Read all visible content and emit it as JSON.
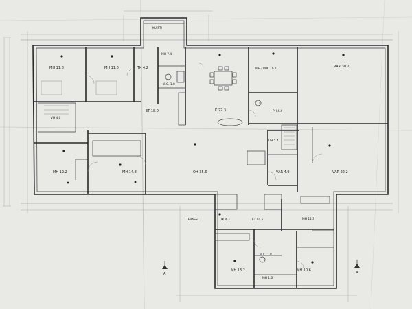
{
  "rooms": [
    {
      "id": "kuisti",
      "label": "KUISTI"
    },
    {
      "id": "mh1",
      "label": "MH 11.8"
    },
    {
      "id": "mh2",
      "label": "MH 11.0"
    },
    {
      "id": "tk1",
      "label": "TK 4.2"
    },
    {
      "id": "mh3",
      "label": "MH 7.4"
    },
    {
      "id": "wc1",
      "label": "W.C. 1.8"
    },
    {
      "id": "mhpuk",
      "label": "MH / PUK 10.2"
    },
    {
      "id": "var1",
      "label": "VAR 30.2"
    },
    {
      "id": "et1",
      "label": "ET 18.0"
    },
    {
      "id": "k",
      "label": "K 22.3"
    },
    {
      "id": "ph",
      "label": "PH 4.4"
    },
    {
      "id": "vh",
      "label": "VH 4.0"
    },
    {
      "id": "uh",
      "label": "UH 5.4"
    },
    {
      "id": "mh4",
      "label": "MH 12.2"
    },
    {
      "id": "mh5",
      "label": "MH 14.8"
    },
    {
      "id": "oh",
      "label": "OH 35.6"
    },
    {
      "id": "var2",
      "label": "VAR 4.9"
    },
    {
      "id": "var3",
      "label": "VAR 22.2"
    },
    {
      "id": "terassi",
      "label": "TERASSI"
    },
    {
      "id": "tk2",
      "label": "TK 4.3"
    },
    {
      "id": "et2",
      "label": "ET 10.5"
    },
    {
      "id": "mh6",
      "label": "MH 11.3"
    },
    {
      "id": "wc2",
      "label": "W.C. 1.8"
    },
    {
      "id": "mh7",
      "label": "MH 13.2"
    },
    {
      "id": "mh8",
      "label": "MH 1.6"
    },
    {
      "id": "mh9",
      "label": "MH 10.6"
    }
  ],
  "markers": {
    "section_a": "A"
  }
}
